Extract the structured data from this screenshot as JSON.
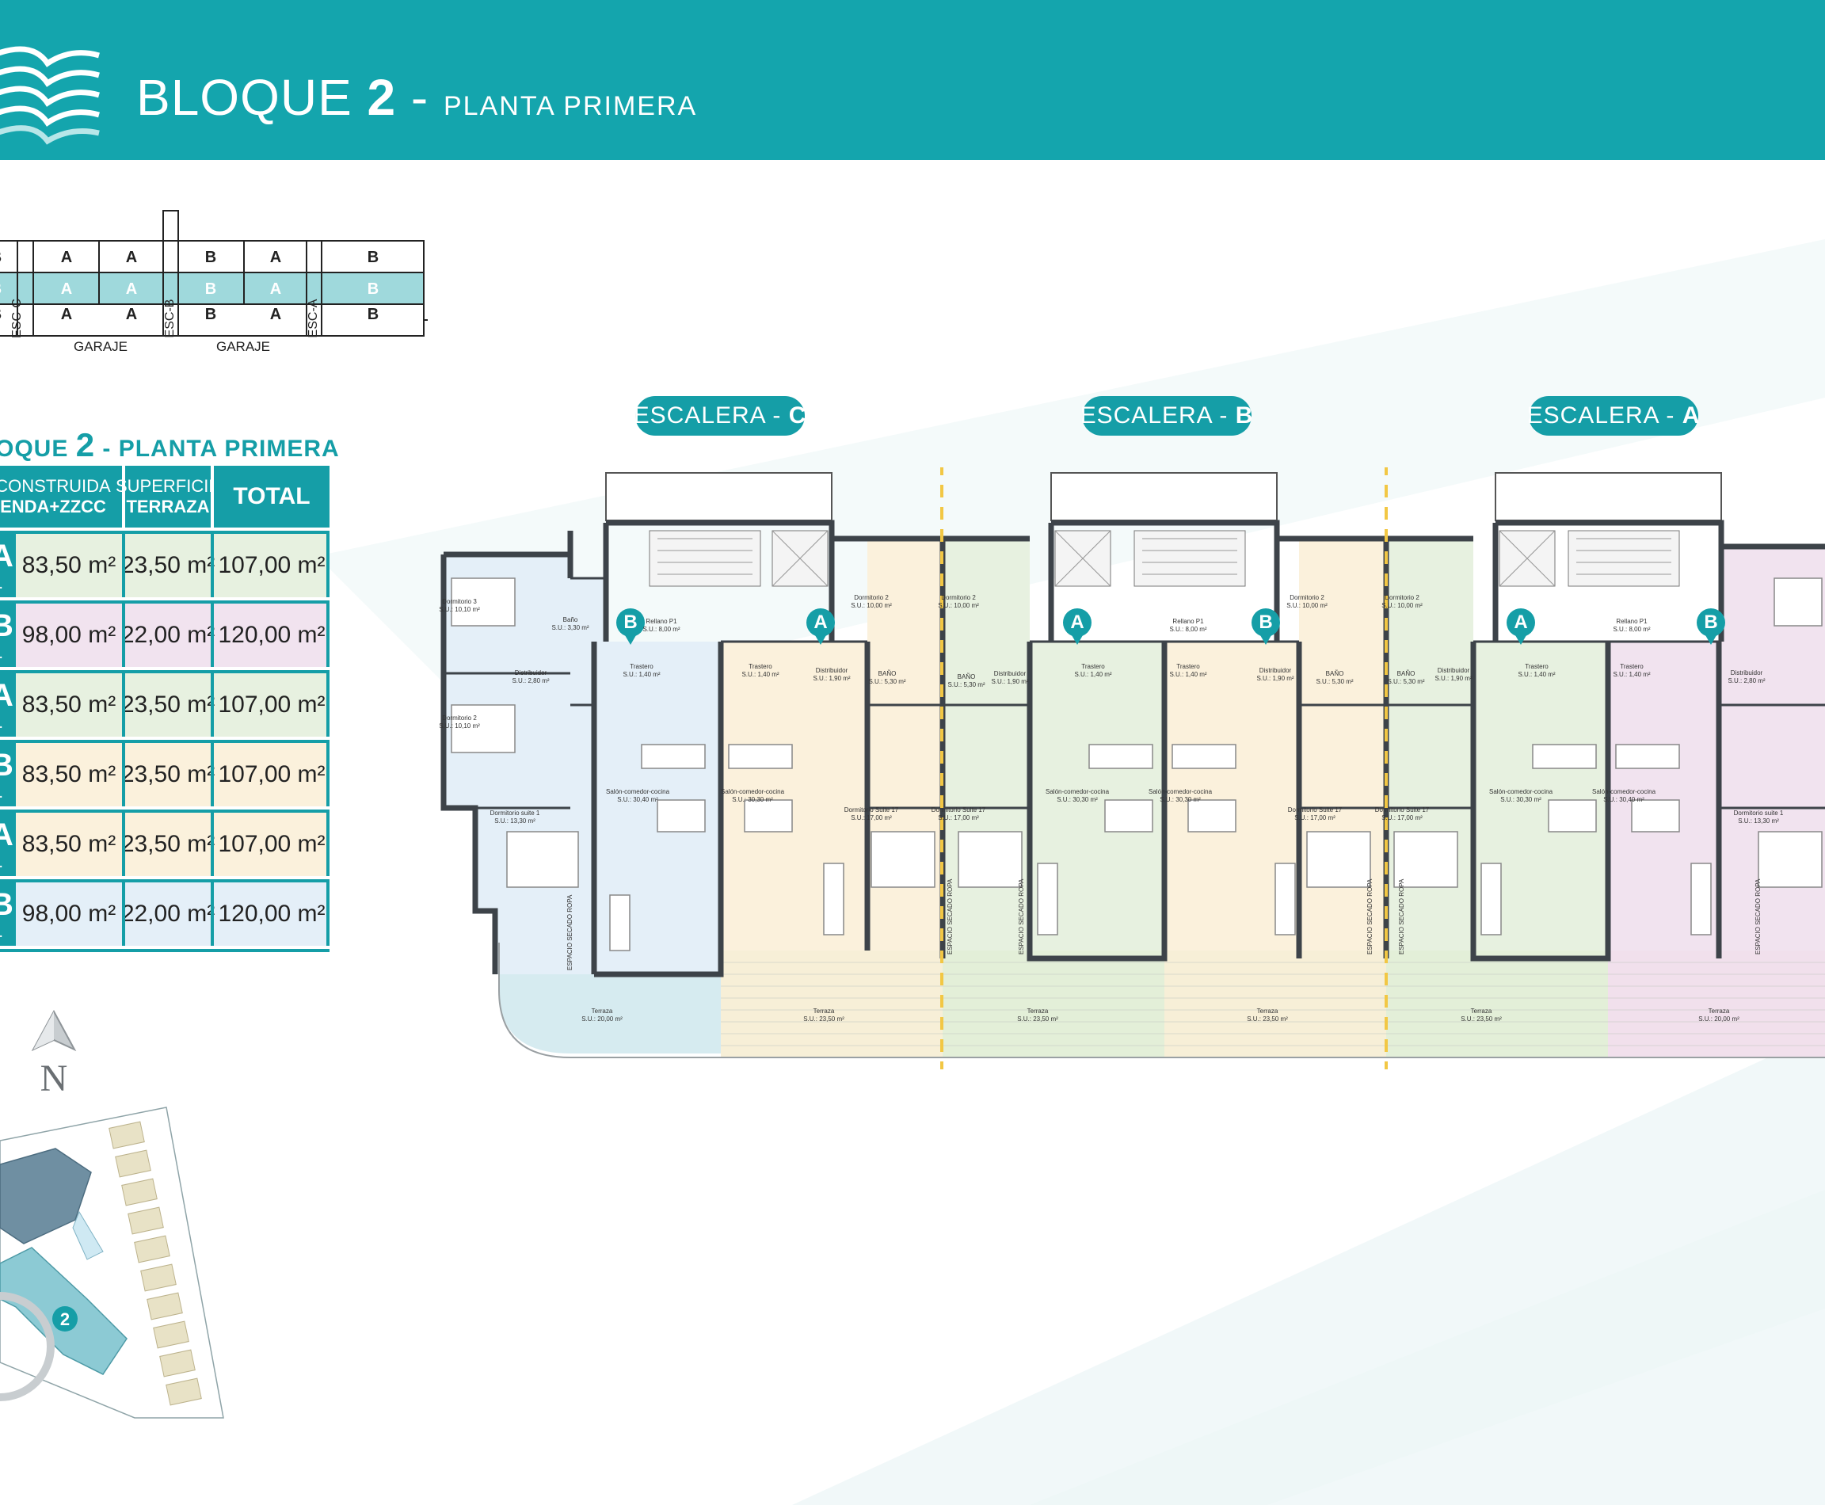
{
  "header": {
    "title": "BLOQUE",
    "title_number": "2",
    "title_sep": " - ",
    "subtitle": "PLANTA PRIMERA",
    "bg_color": "#14a5ad"
  },
  "schema": {
    "row1": [
      "B",
      "A",
      "A",
      "B",
      "A",
      "B"
    ],
    "row2": [
      "B",
      "A",
      "A",
      "B",
      "A",
      "B"
    ],
    "row3": [
      "B",
      "A",
      "A",
      "B",
      "A",
      "B"
    ],
    "stairs": [
      "ESC-C",
      "ESC-B",
      "ESC-A"
    ],
    "garage": [
      "GARAJE",
      "GARAJE"
    ]
  },
  "table": {
    "title_prefix": "OQUE",
    "title_number": "2",
    "title_suffix": " - PLANTA PRIMERA",
    "headers": [
      {
        "line1": "CONSTRUIDA",
        "line2": "ENDA+ZZCC"
      },
      {
        "line1": "SUPERFICIE",
        "line2": "TERRAZA"
      },
      {
        "line1": "TOTAL",
        "line2": ""
      }
    ],
    "rows": [
      {
        "type": "A",
        "sub": "or.",
        "built": "83,50 m²",
        "terrace": "23,50 m²",
        "total": "107,00 m²",
        "color": "#e7f1e0"
      },
      {
        "type": "B",
        "sub": "or.",
        "built": "98,00 m²",
        "terrace": "22,00 m²",
        "total": "120,00 m²",
        "color": "#f1e3ef"
      },
      {
        "type": "A",
        "sub": "or.",
        "built": "83,50 m²",
        "terrace": "23,50 m²",
        "total": "107,00 m²",
        "color": "#e7f1e0"
      },
      {
        "type": "B",
        "sub": "or.",
        "built": "83,50 m²",
        "terrace": "23,50 m²",
        "total": "107,00 m²",
        "color": "#fbf1dc"
      },
      {
        "type": "A",
        "sub": "or.",
        "built": "83,50 m²",
        "terrace": "23,50 m²",
        "total": "107,00 m²",
        "color": "#fbf1dc"
      },
      {
        "type": "B",
        "sub": "or.",
        "built": "98,00 m²",
        "terrace": "22,00 m²",
        "total": "120,00 m²",
        "color": "#e4eff8"
      }
    ]
  },
  "compass": {
    "label": "N"
  },
  "site_plan": {
    "block_number": "2"
  },
  "floor_plan": {
    "stairs": [
      {
        "prefix": "ESCALERA - ",
        "letter": "C"
      },
      {
        "prefix": "ESCALERA - ",
        "letter": "B"
      },
      {
        "prefix": "ESCALERA - ",
        "letter": "A"
      }
    ],
    "pins": [
      "B",
      "A",
      "A",
      "B",
      "A",
      "B"
    ],
    "rooms": {
      "dorm3": "Dormitorio 3",
      "dorm3_su": "S.U.: 10,10 m²",
      "bano": "Baño",
      "bano_su": "S.U.: 3,30 m²",
      "dorm2": "Dormitorio 2",
      "dorm2_su": "S.U.: 10,10 m²",
      "distribuidor": "Distribuidor",
      "distribuidor_su": "S.U.: 2,80 m²",
      "suite1": "Dormitorio suite 1",
      "suite1_su": "S.U.: 13,30 m²",
      "salon": "Salón-comedor-cocina",
      "salon_su": "S.U.: 30,40 m²",
      "salon_a": "Salón-comedor-cocina",
      "salon_a_su": "S.U.: 30,30 m²",
      "trastero": "Trastero",
      "trastero_su": "S.U.: 1,40 m²",
      "rellano": "Rellano P1",
      "rellano_su": "S.U.: 8,00 m²",
      "dorm2a": "Dormitorio 2",
      "dorm2a_su": "S.U.: 10,00 m²",
      "suite17": "Dormitorio Suite 17",
      "suite17_su": "S.U.: 17,00 m²",
      "bano_a": "BAÑO",
      "bano_a_su": "S.U.: 5,30 m²",
      "distrib_a": "Distribuidor",
      "distrib_a_su": "S.U.: 1,90 m²",
      "terraza": "Terraza",
      "terraza_su": "S.U.: 20,00 m²",
      "terraza_a_su": "S.U.: 23,50 m²",
      "espacio": "ESPACIO SECADO ROPA"
    },
    "unit_colors": [
      "#e4eff8",
      "#fbf1dc",
      "#e7f1e0",
      "#f1e3ef"
    ],
    "divider_color": "#f2c744"
  }
}
